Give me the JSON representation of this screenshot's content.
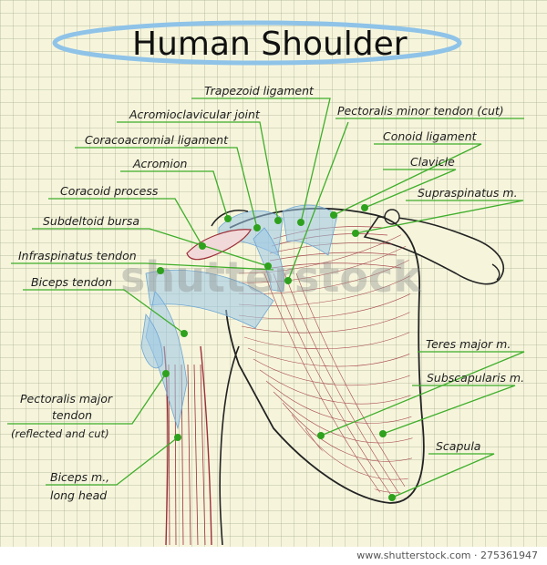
{
  "title": "Human Shoulder",
  "labels": {
    "trapezoid_ligament": "Trapezoid ligament",
    "acromioclavicular_joint": "Acromioclavicular joint",
    "pectoralis_minor_tendon": "Pectoralis minor tendon (cut)",
    "coracoacromial_ligament": "Coracoacromial ligament",
    "conoid_ligament": "Conoid ligament",
    "acromion": "Acromion",
    "clavicle": "Clavicle",
    "coracoid_process": "Coracoid process",
    "supraspinatus": "Supraspinatus m.",
    "subdeltoid_bursa": "Subdeltoid bursa",
    "infraspinatus_tendon": "Infraspinatus tendon",
    "biceps_tendon": "Biceps tendon",
    "teres_major": "Teres major m.",
    "subscapularis": "Subscapularis m.",
    "pectoralis_major_1": "Pectoralis major",
    "pectoralis_major_2": "tendon",
    "pectoralis_major_3": "(reflected and cut)",
    "scapula": "Scapula",
    "biceps_long_head_1": "Biceps m.,",
    "biceps_long_head_2": "long head"
  },
  "watermark": "shutterstock",
  "footer": "www.shutterstock.com · 275361947",
  "colors": {
    "background": "#f6f5dc",
    "leader": "#3fae2a",
    "dot": "#2ea11d",
    "title_ring": "#8fc3e8",
    "muscle": "#9c2f38",
    "tendon": "#9bc6e6",
    "outline": "#222222"
  }
}
